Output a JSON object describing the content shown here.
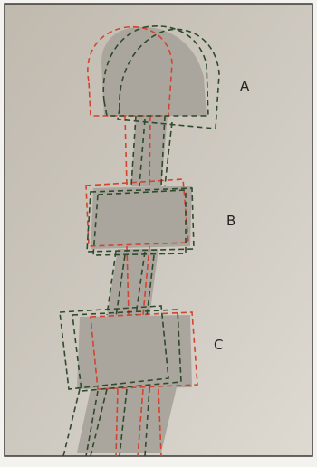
{
  "figure": {
    "labels": [
      "A",
      "B",
      "C"
    ],
    "colors": {
      "paper": "#c7c2b8",
      "paper_light": "#dcd8d0",
      "shape_fill": "#a9a59d",
      "red_outline": "#d4432f",
      "green_outline": "#2f4a2c",
      "border": "#3a3834"
    }
  }
}
